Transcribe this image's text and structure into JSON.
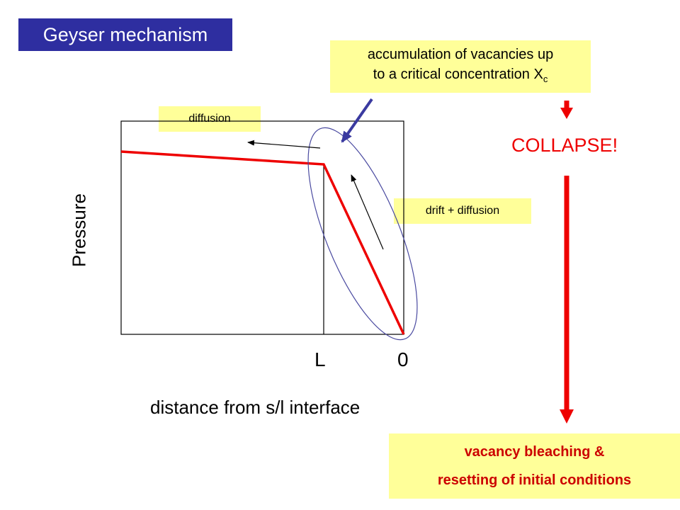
{
  "title": "Geyser mechanism",
  "notes": {
    "accumulation_line1": "accumulation of vacancies up",
    "accumulation_line2": "to a critical concentration X",
    "accumulation_sub": "c",
    "diffusion": "diffusion",
    "drift": "drift + diffusion",
    "collapse": "COLLAPSE!",
    "reset_line1": "vacancy bleaching &",
    "reset_line2": "resetting of initial conditions"
  },
  "axes": {
    "ylabel": "Pressure",
    "xlabel": "distance from s/l interface",
    "tick_L": "L",
    "tick_0": "0"
  },
  "colors": {
    "title_bg": "#2e2ea0",
    "note_bg": "#ffff99",
    "curve": "#ee0000",
    "ellipse": "#4a4aa0",
    "pointer_arrow": "#3a3aa0"
  }
}
